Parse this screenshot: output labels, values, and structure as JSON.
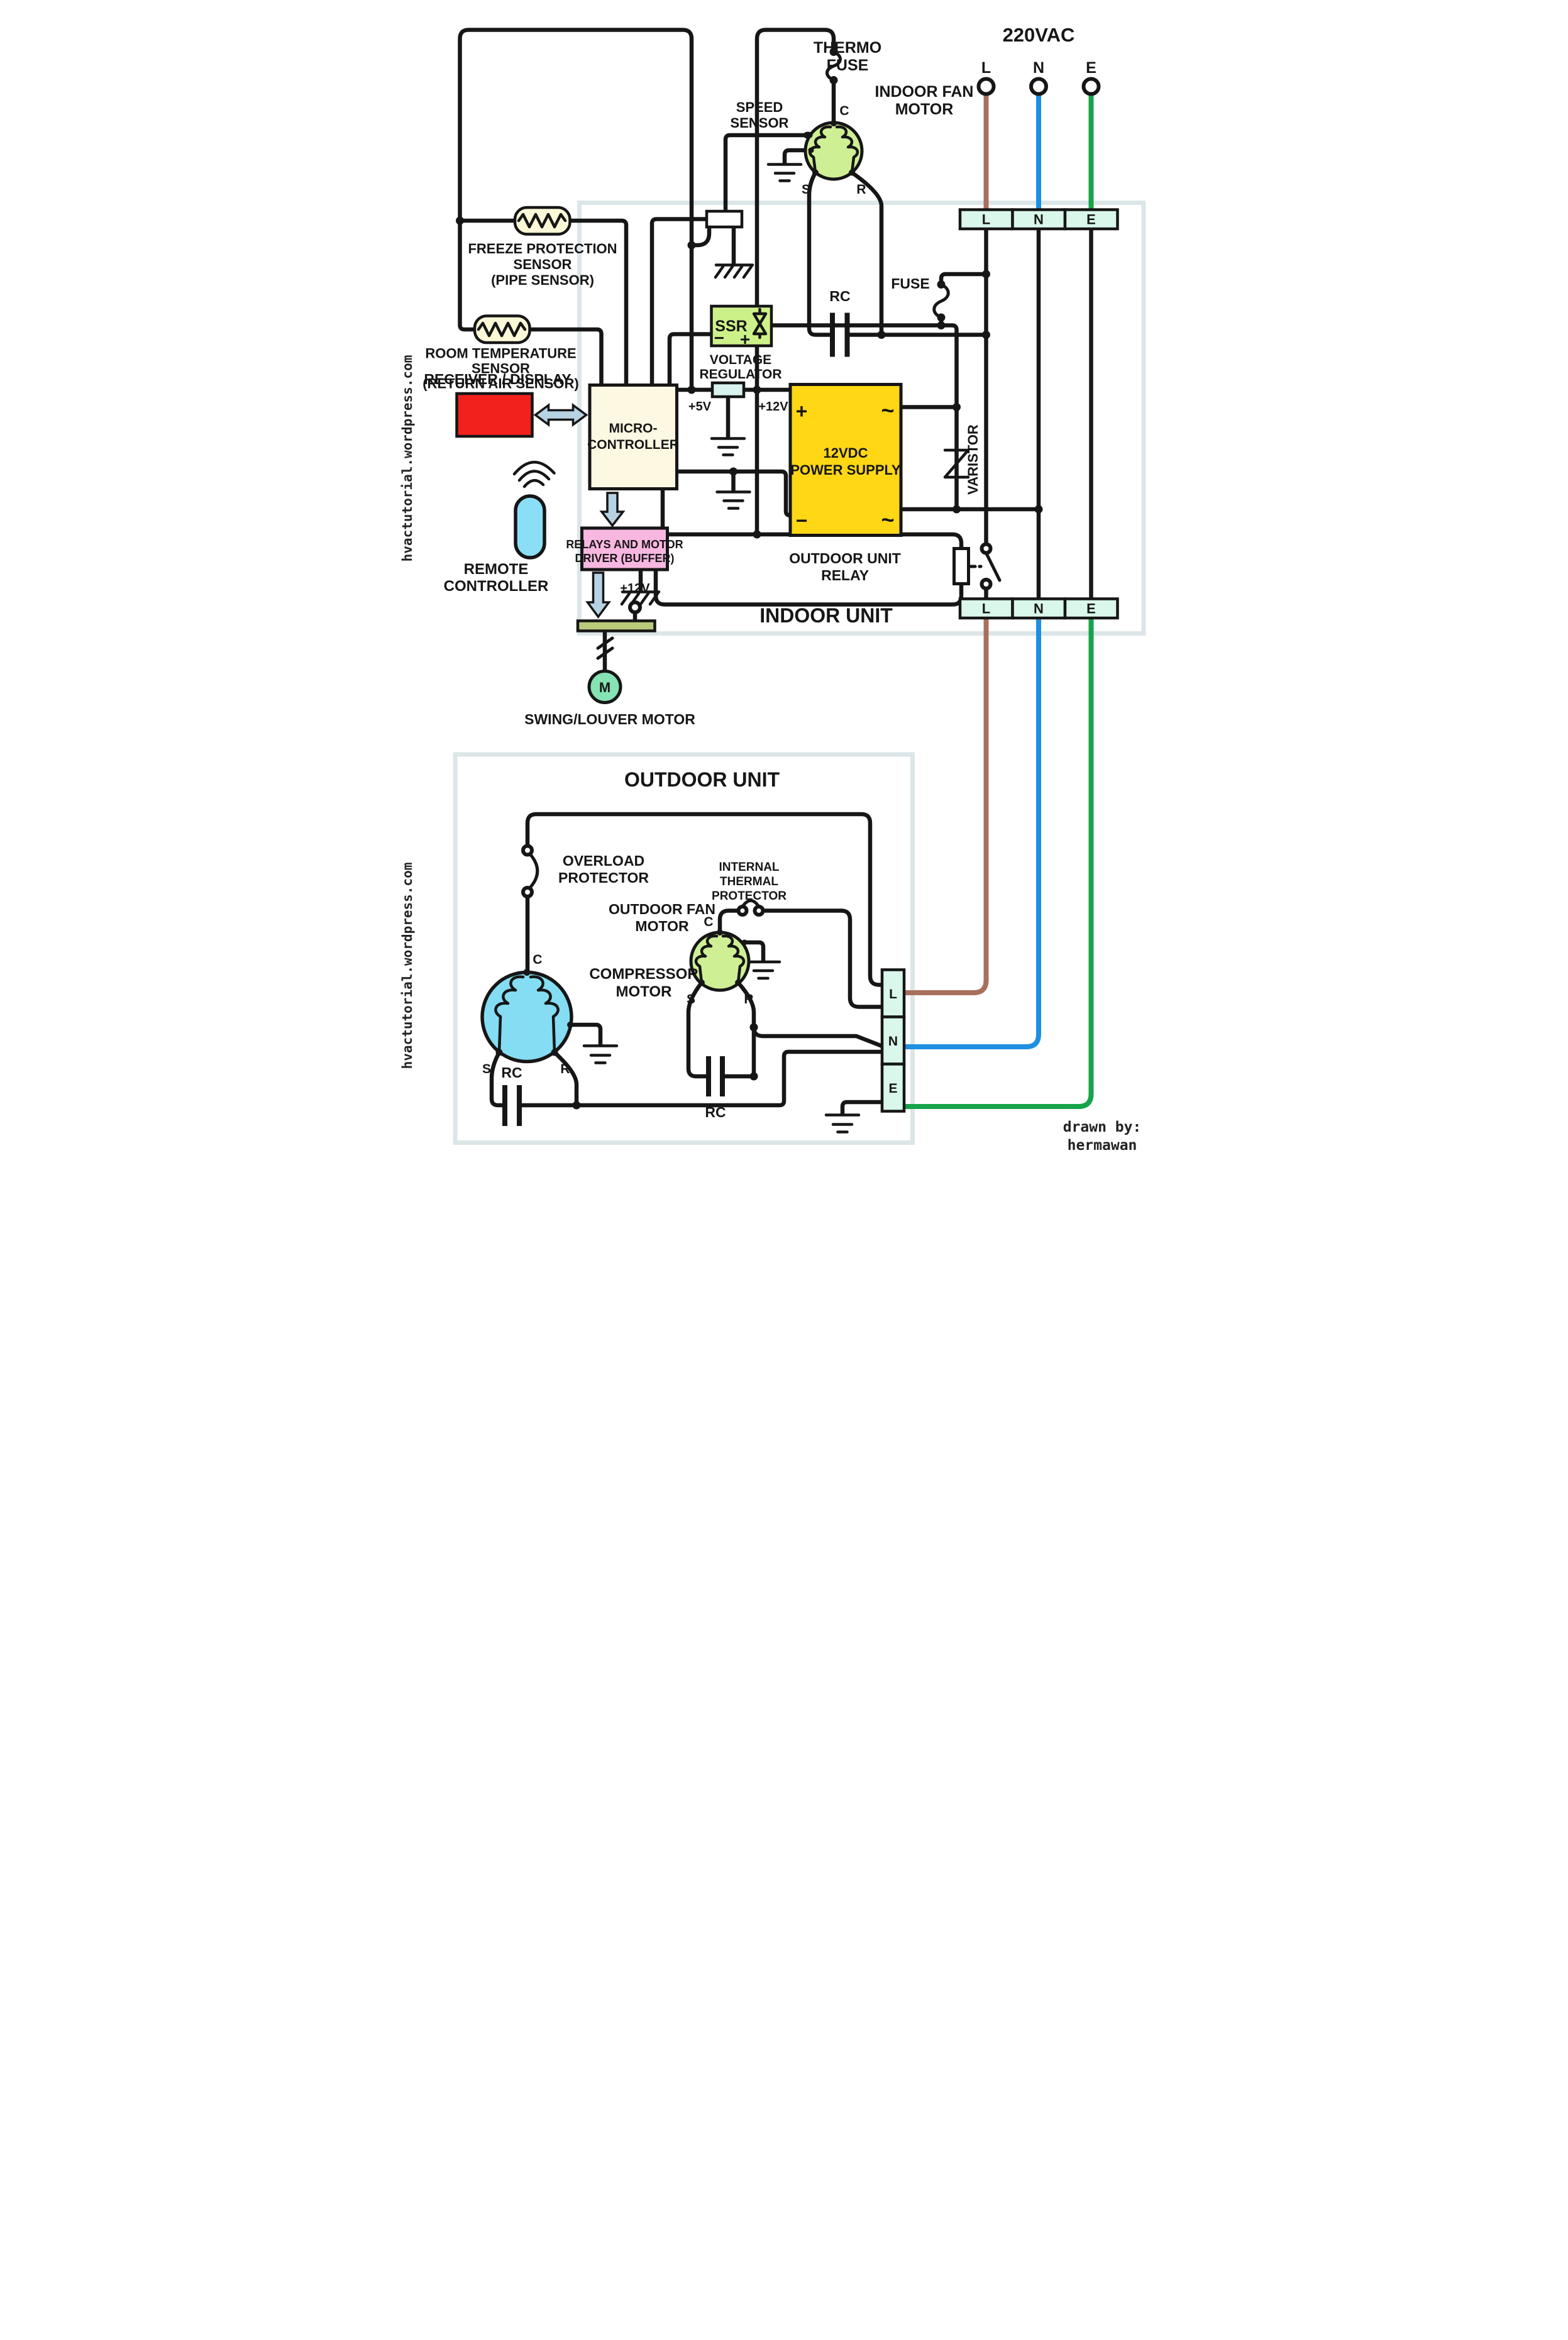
{
  "watermark": "hvactutorial.wordpress.com",
  "credit": {
    "line1": "drawn by:",
    "line2": "hermawan"
  },
  "power": {
    "label": "220VAC",
    "l": "L",
    "n": "N",
    "e": "E"
  },
  "colors": {
    "live_wire": "#a8705c",
    "neutral_wire": "#1e8fe1",
    "earth_wire": "#16a44a",
    "motor_green": "#cfef95",
    "compressor_cyan": "#84ddf3",
    "psu_yellow": "#ffd715",
    "relays_pink": "#f8b7e0",
    "receiver_red": "#f2211d",
    "remote_blue": "#8adef5",
    "arrow_blue": "#b7d2e2",
    "terminal_mint": "#d9f7ea"
  },
  "indoor": {
    "title": "INDOOR UNIT",
    "strip_top": {
      "l": "L",
      "n": "N",
      "e": "E"
    },
    "strip_bottom": {
      "l": "L",
      "n": "N",
      "e": "E"
    },
    "thermo_fuse": {
      "line1": "THERMO",
      "line2": "FUSE"
    },
    "speed_sensor": {
      "line1": "SPEED",
      "line2": "SENSOR"
    },
    "fan_motor": {
      "line1": "INDOOR FAN",
      "line2": "MOTOR",
      "c": "C",
      "s": "S",
      "r": "R"
    },
    "freeze_sensor": {
      "line1": "FREEZE PROTECTION",
      "line2": "SENSOR",
      "line3": "(PIPE SENSOR)"
    },
    "room_sensor": {
      "line1": "ROOM TEMPERATURE",
      "line2": "SENSOR",
      "line3": "(RETURN AIR SENSOR)"
    },
    "receiver": "RECEIVER / DISPLAY",
    "micro": {
      "line1": "MICRO-",
      "line2": "CONTROLLER"
    },
    "remote": {
      "line1": "REMOTE",
      "line2": "CONTROLLER"
    },
    "ssr": {
      "label": "SSR",
      "minus": "−",
      "plus": "+"
    },
    "vreg": {
      "line1": "VOLTAGE",
      "line2": "REGULATOR"
    },
    "rail_5v": "+5V",
    "rail_12v": "+12V",
    "psu": {
      "line1": "12VDC",
      "line2": "POWER SUPPLY",
      "plus": "+",
      "minus": "−",
      "ac1": "~",
      "ac2": "~"
    },
    "varistor": "VARISTOR",
    "rc": "RC",
    "fuse": "FUSE",
    "relays": {
      "line1": "RELAYS AND MOTOR",
      "line2": "DRIVER (BUFFER)"
    },
    "outdoor_relay": {
      "line1": "OUTDOOR UNIT",
      "line2": "RELAY"
    },
    "swing_12v": "+12V",
    "swing_motor": {
      "label": "SWING/LOUVER MOTOR",
      "m": "M"
    }
  },
  "outdoor": {
    "title": "OUTDOOR UNIT",
    "overload": {
      "line1": "OVERLOAD",
      "line2": "PROTECTOR"
    },
    "itp": {
      "line1": "INTERNAL",
      "line2": "THERMAL",
      "line3": "PROTECTOR"
    },
    "fan_motor": {
      "line1": "OUTDOOR FAN",
      "line2": "MOTOR",
      "c": "C",
      "s": "S",
      "r": "R"
    },
    "compressor": {
      "line1": "COMPRESSOR",
      "line2": "MOTOR",
      "c": "C",
      "s": "S",
      "r": "R"
    },
    "rc_comp": "RC",
    "rc_fan": "RC",
    "strip": {
      "l": "L",
      "n": "N",
      "e": "E"
    }
  }
}
